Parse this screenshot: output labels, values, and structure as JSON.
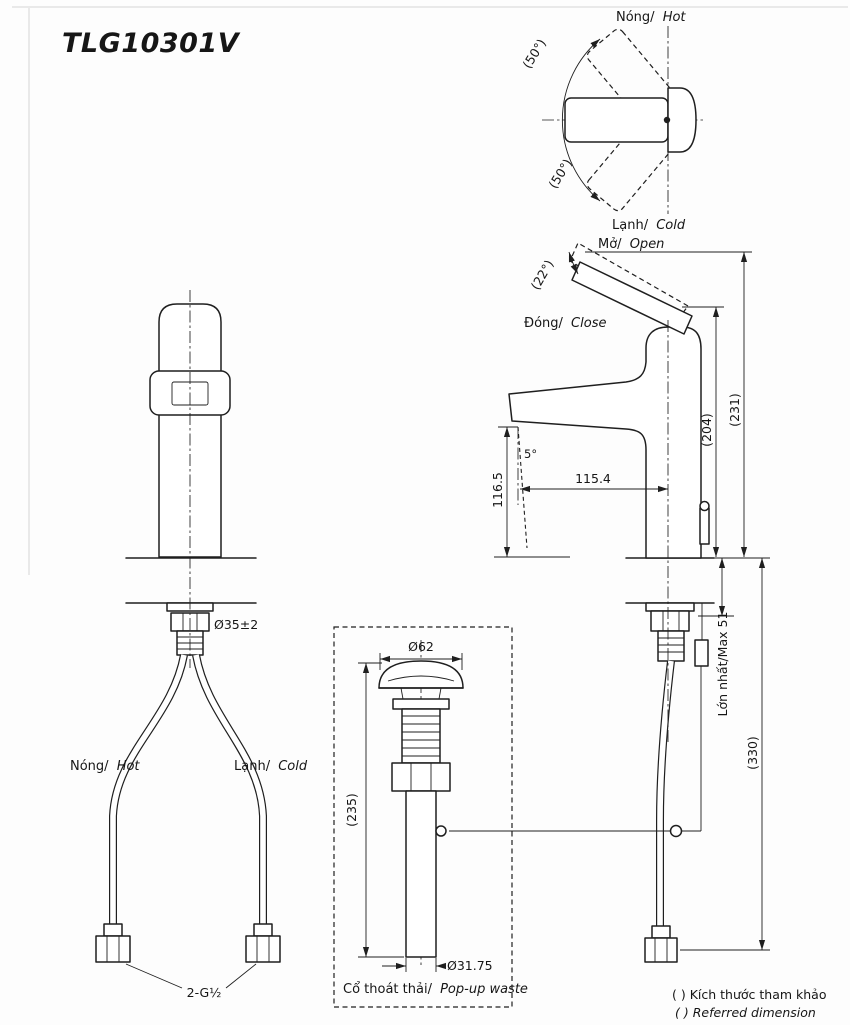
{
  "page": {
    "title": "TLG10301V",
    "background": "#fdfdfd",
    "line_color": "#1f1f1f"
  },
  "top_view": {
    "hot_label": {
      "vi": "Nóng/",
      "en": "Hot"
    },
    "cold_label": {
      "vi": "Lạnh/",
      "en": "Cold"
    },
    "swing_angle_upper": "(50°)",
    "swing_angle_lower": "(50°)"
  },
  "side_view": {
    "open_label": {
      "vi": "Mở/",
      "en": "Open"
    },
    "close_label": {
      "vi": "Đóng/",
      "en": "Close"
    },
    "open_angle": "(22°)",
    "stream_angle": "5°",
    "dim_spout_height": "116.5",
    "dim_spout_reach": "115.4",
    "dim_body_height": "(204)",
    "dim_total_height": "(231)",
    "dim_below_counter": "(330)",
    "dim_max_deck": "Lớn nhất/Max 51"
  },
  "front_view": {
    "hot_label": {
      "vi": "Nóng/",
      "en": "Hot"
    },
    "cold_label": {
      "vi": "Lạnh/",
      "en": "Cold"
    },
    "dim_shank_diameter": "Ø35±2",
    "dim_connection": "2-G½"
  },
  "popup_waste": {
    "dim_cap_diameter": "Ø62",
    "dim_length": "(235)",
    "dim_tail_diameter": "Ø31.75",
    "caption": {
      "vi": "Cổ thoát thải/",
      "en": "Pop-up waste"
    }
  },
  "legend": {
    "note_vi": "( ) Kích thước tham khảo",
    "note_en": "( ) Referred dimension"
  }
}
